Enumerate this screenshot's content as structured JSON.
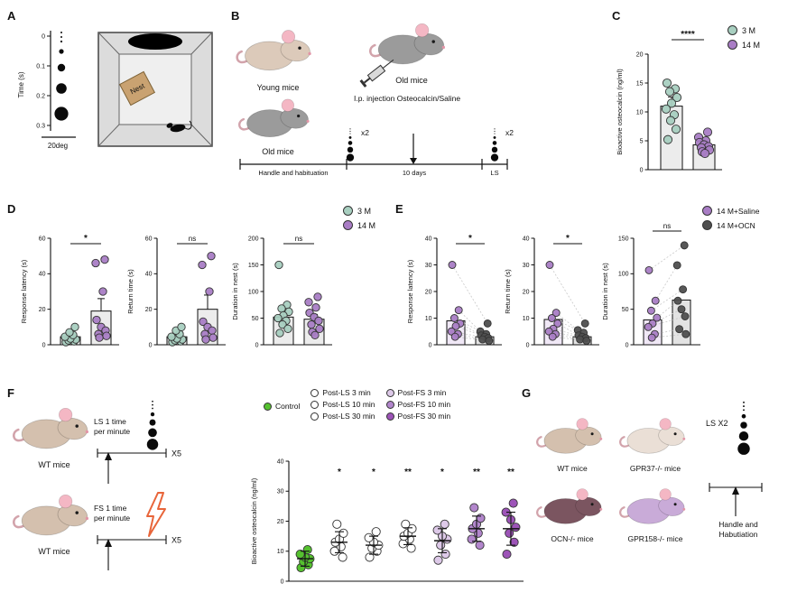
{
  "colors": {
    "m3": "#a8cfc0",
    "m14": "#a97dc5",
    "saline": "#a97dc5",
    "ocn": "#4f4f4f",
    "control": "#55c12f",
    "post_ls": "#ffffff",
    "post_fs_3": "#ddc9e8",
    "post_fs_10": "#b286cc",
    "post_fs_30": "#9d54b8",
    "young_mouse": "#dccaba",
    "old_mouse": "#9b9b9b",
    "wt_mouse": "#d4c0ae",
    "gpr37_mouse": "#eadfd6",
    "ocn_mouse": "#7b5560",
    "gpr158_mouse": "#c9abd8",
    "ear": "#f4b7c4",
    "tail": "#d2a3ab",
    "nose": "#e295a7",
    "nest": "#c9a271",
    "lightning": "#e8653a"
  },
  "panels": {
    "A": {
      "label": "A",
      "time_axis_label": "Time (s)",
      "yticks": [
        "0",
        "0.1",
        "0.2",
        "0.3"
      ],
      "angle_label": "20deg",
      "nest": "Nest"
    },
    "B": {
      "label": "B",
      "young": "Young mice",
      "old1": "Old mice",
      "old2": "Old mice",
      "injection": "I.p. injection Osteocalcin/Saline",
      "seg1": "Handle and habituation",
      "seg2": "10 days",
      "seg3": "LS",
      "x2a": "x2",
      "x2b": "x2"
    },
    "C": {
      "label": "C",
      "legend": [
        {
          "label": "3 M",
          "color": "m3"
        },
        {
          "label": "14 M",
          "color": "m14"
        }
      ]
    },
    "D": {
      "label": "D",
      "legend": [
        {
          "label": "3 M",
          "color": "m3"
        },
        {
          "label": "14 M",
          "color": "m14"
        }
      ]
    },
    "E": {
      "label": "E",
      "legend": [
        {
          "label": "14 M+Saline",
          "color": "saline"
        },
        {
          "label": "14 M+OCN",
          "color": "ocn"
        }
      ]
    },
    "F": {
      "label": "F",
      "wt1": "WT mice",
      "wt2": "WT mice",
      "ls_line1": "LS 1 time",
      "ls_line2": "per minute",
      "fs_line1": "FS 1 time",
      "fs_line2": "per minute",
      "x5a": "X5",
      "x5b": "X5",
      "legend": [
        {
          "label": "Control",
          "color": "control"
        },
        {
          "label": "Post-LS 3 min",
          "color": "post_ls"
        },
        {
          "label": "Post-LS 10 min",
          "color": "post_ls"
        },
        {
          "label": "Post-LS 30 min",
          "color": "post_ls"
        },
        {
          "label": "Post-FS 3 min",
          "color": "post_fs_3"
        },
        {
          "label": "Post-FS 10 min",
          "color": "post_fs_10"
        },
        {
          "label": "Post-FS 30 min",
          "color": "post_fs_30"
        }
      ]
    },
    "G": {
      "label": "G",
      "wt": "WT mice",
      "gpr37": "GPR37-/- mice",
      "ocn": "OCN-/- mice",
      "gpr158": "GPR158-/- mice",
      "ls_x2": "LS X2",
      "handle1": "Handle and",
      "handle2": "Habutiation"
    }
  },
  "chart_data": [
    {
      "id": "C",
      "type": "bar",
      "ylabel": "Bioactive osteocalcin (ng/ml)",
      "ylim": [
        0,
        20
      ],
      "yticks": [
        0,
        5,
        10,
        15,
        20
      ],
      "categories": [
        "3 M",
        "14 M"
      ],
      "sig": "****",
      "series": [
        {
          "name": "3 M",
          "bar": 11,
          "err": 1.6,
          "color": "m3",
          "bar_fill": "#ececec",
          "points": [
            15,
            14,
            13.5,
            12.5,
            11.5,
            10.5,
            9.5,
            8.5,
            7,
            5.2
          ]
        },
        {
          "name": "14 M",
          "bar": 4.3,
          "err": 0.6,
          "color": "m14",
          "bar_fill": "#ececec",
          "points": [
            6.5,
            5.6,
            5,
            4.7,
            4.3,
            4,
            3.8,
            3.4,
            3.1,
            2.8
          ]
        }
      ]
    },
    {
      "id": "D1",
      "type": "bar",
      "ylabel": "Response latency (s)",
      "ylim": [
        0,
        60
      ],
      "yticks": [
        0,
        20,
        40,
        60
      ],
      "categories": [
        "3 M",
        "14 M"
      ],
      "sig": "*",
      "series": [
        {
          "name": "3 M",
          "bar": 4.5,
          "err": 1.5,
          "color": "m3",
          "bar_fill": "#ececec",
          "points": [
            1.5,
            2,
            2.5,
            3,
            3.5,
            4.5,
            5.5,
            7,
            10
          ]
        },
        {
          "name": "14 M",
          "bar": 19,
          "err": 7,
          "color": "m14",
          "bar_fill": "#ececec",
          "points": [
            48,
            46,
            30,
            14,
            10,
            8,
            6,
            5,
            4
          ]
        }
      ]
    },
    {
      "id": "D2",
      "type": "bar",
      "ylabel": "Return time (s)",
      "ylim": [
        0,
        60
      ],
      "yticks": [
        0,
        20,
        40,
        60
      ],
      "categories": [
        "3 M",
        "14 M"
      ],
      "sig": "ns",
      "series": [
        {
          "name": "3 M",
          "bar": 4.5,
          "err": 1.5,
          "color": "m3",
          "bar_fill": "#ececec",
          "points": [
            1.5,
            2,
            2.5,
            3,
            3.5,
            4.5,
            6,
            8,
            10
          ]
        },
        {
          "name": "14 M",
          "bar": 20,
          "err": 8,
          "color": "m14",
          "bar_fill": "#ececec",
          "points": [
            50,
            45,
            30,
            13,
            10,
            8,
            6,
            4,
            3
          ]
        }
      ]
    },
    {
      "id": "D3",
      "type": "bar",
      "ylabel": "Duration in nest (s)",
      "ylim": [
        0,
        200
      ],
      "yticks": [
        0,
        50,
        100,
        150,
        200
      ],
      "categories": [
        "3 M",
        "14 M"
      ],
      "sig": "ns",
      "series": [
        {
          "name": "3 M",
          "bar": 52,
          "err": 12,
          "color": "m3",
          "bar_fill": "#ececec",
          "points": [
            150,
            75,
            68,
            62,
            55,
            50,
            45,
            38,
            30,
            22
          ]
        },
        {
          "name": "14 M",
          "bar": 48,
          "err": 9,
          "color": "m14",
          "bar_fill": "#ececec",
          "points": [
            90,
            80,
            70,
            60,
            52,
            45,
            38,
            30,
            24,
            18
          ]
        }
      ]
    },
    {
      "id": "E1",
      "type": "bar",
      "paired": true,
      "ylabel": "Response latency (s)",
      "ylim": [
        0,
        40
      ],
      "yticks": [
        0,
        10,
        20,
        30,
        40
      ],
      "categories": [
        "14 M+Saline",
        "14 M+OCN"
      ],
      "sig": "*",
      "series": [
        {
          "name": "14 M+Saline",
          "bar": 9,
          "color": "saline",
          "bar_fill": "#f0e8f6",
          "points": [
            30,
            13,
            10,
            8,
            7,
            5,
            4,
            3
          ]
        },
        {
          "name": "14 M+OCN",
          "bar": 3,
          "color": "ocn",
          "bar_fill": "#e3e3e3",
          "points": [
            8,
            5,
            4,
            3.5,
            3,
            2.5,
            2,
            1.5
          ]
        }
      ]
    },
    {
      "id": "E2",
      "type": "bar",
      "paired": true,
      "ylabel": "Return time (s)",
      "ylim": [
        0,
        40
      ],
      "yticks": [
        0,
        10,
        20,
        30,
        40
      ],
      "categories": [
        "14 M+Saline",
        "14 M+OCN"
      ],
      "sig": "*",
      "series": [
        {
          "name": "14 M+Saline",
          "bar": 9.5,
          "color": "saline",
          "bar_fill": "#f0e8f6",
          "points": [
            30,
            12,
            10,
            8,
            6,
            5,
            4,
            3
          ]
        },
        {
          "name": "14 M+OCN",
          "bar": 3,
          "color": "ocn",
          "bar_fill": "#e3e3e3",
          "points": [
            8,
            5.5,
            4.5,
            3.5,
            3,
            2.5,
            2,
            1.5
          ]
        }
      ]
    },
    {
      "id": "E3",
      "type": "bar",
      "paired": true,
      "ylabel": "Duration in nest (s)",
      "ylim": [
        0,
        150
      ],
      "yticks": [
        0,
        50,
        100,
        150
      ],
      "categories": [
        "14 M+Saline",
        "14 M+OCN"
      ],
      "sig": "ns",
      "series": [
        {
          "name": "14 M+Saline",
          "bar": 35,
          "color": "saline",
          "bar_fill": "#f0e8f6",
          "points": [
            105,
            62,
            48,
            38,
            30,
            25,
            15,
            10
          ]
        },
        {
          "name": "14 M+OCN",
          "bar": 63,
          "color": "ocn",
          "bar_fill": "#e3e3e3",
          "points": [
            140,
            112,
            78,
            62,
            50,
            40,
            22,
            15
          ]
        }
      ]
    },
    {
      "id": "F",
      "type": "scatter",
      "ylabel": "Bioactive osteocalcin (ng/ml)",
      "ylim": [
        0,
        40
      ],
      "yticks": [
        0,
        10,
        20,
        30,
        40
      ],
      "groups": [
        {
          "name": "Control",
          "color": "control",
          "mean": 7.5,
          "err": 2.5,
          "sig": "",
          "points": [
            4.5,
            5.5,
            6.5,
            7.5,
            8,
            9,
            10.5
          ]
        },
        {
          "name": "Post-LS 3 min",
          "color": "post_ls",
          "mean": 13,
          "err": 3.5,
          "sig": "*",
          "points": [
            8,
            10,
            11.5,
            13,
            14,
            16,
            19
          ]
        },
        {
          "name": "Post-LS 10 min",
          "color": "post_ls",
          "mean": 12,
          "err": 3,
          "sig": "*",
          "points": [
            8,
            10,
            11,
            12,
            13,
            14.5,
            16.5
          ]
        },
        {
          "name": "Post-LS 30 min",
          "color": "post_ls",
          "mean": 15,
          "err": 2.8,
          "sig": "**",
          "points": [
            11,
            12.5,
            14,
            15,
            16,
            17.5,
            19
          ]
        },
        {
          "name": "Post-FS 3 min",
          "color": "post_fs_3",
          "mean": 13.5,
          "err": 4,
          "sig": "*",
          "points": [
            7,
            9,
            12,
            14,
            15,
            17,
            19
          ]
        },
        {
          "name": "Post-FS 10 min",
          "color": "post_fs_10",
          "mean": 17.5,
          "err": 4.2,
          "sig": "**",
          "points": [
            12,
            14,
            16,
            17.5,
            19,
            21,
            24.5
          ]
        },
        {
          "name": "Post-FS 30 min",
          "color": "post_fs_30",
          "mean": 17.5,
          "err": 5.5,
          "sig": "**",
          "points": [
            9,
            13,
            16,
            18,
            20.5,
            23,
            26
          ]
        }
      ]
    }
  ]
}
